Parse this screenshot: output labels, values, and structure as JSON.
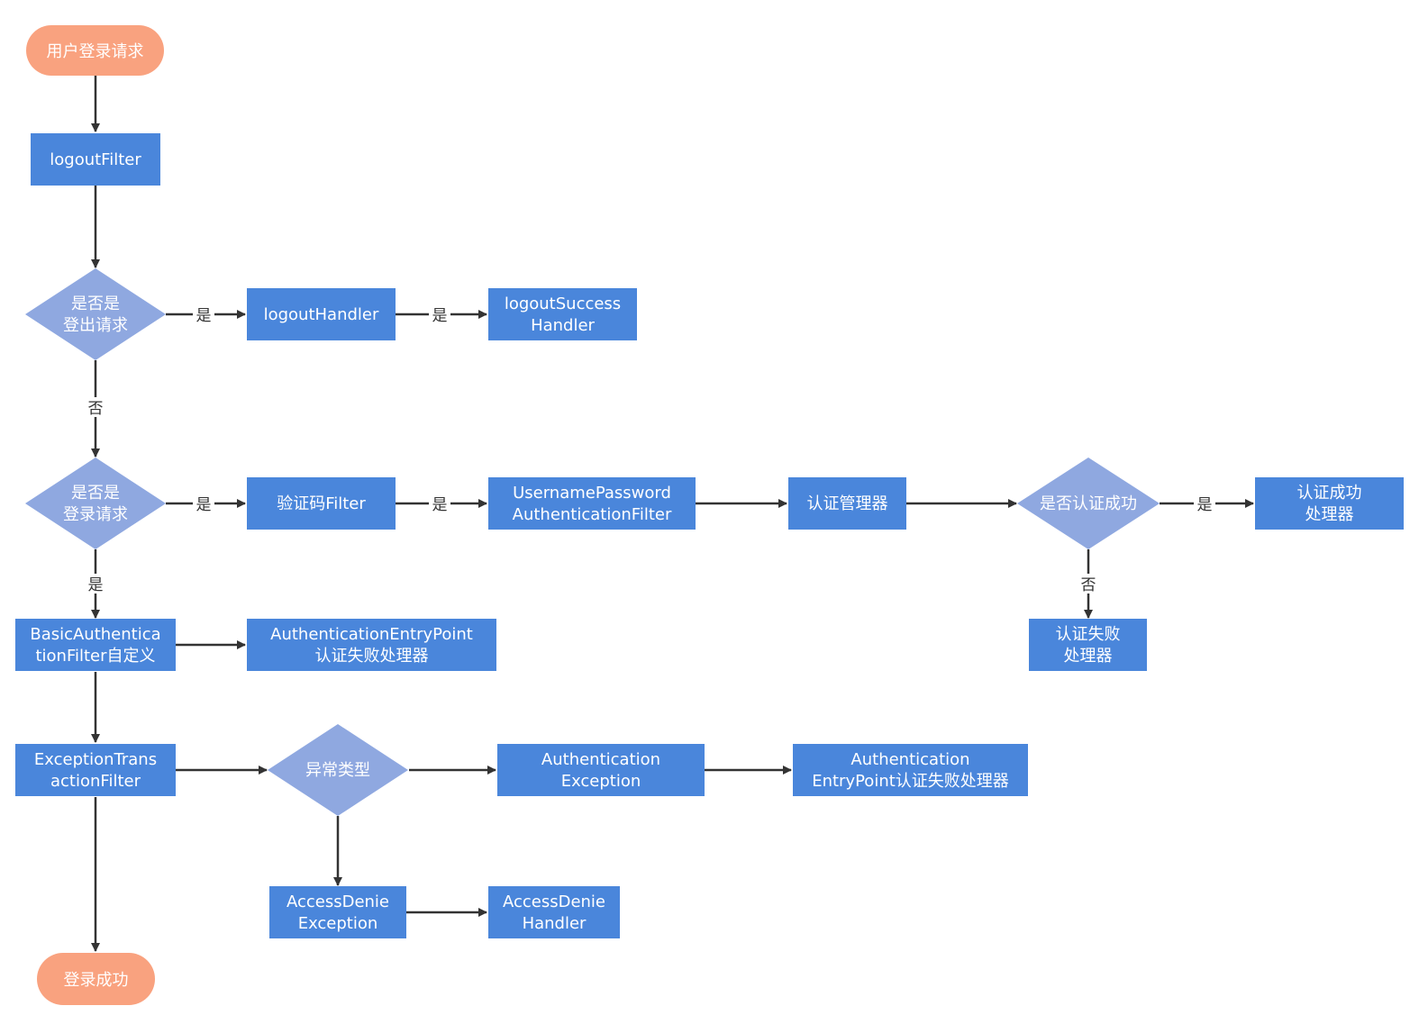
{
  "colors": {
    "terminal": "#F9A27F",
    "process": "#4A86DB",
    "decision": "#8FA8E0",
    "line": "#333333",
    "text": "#FFFFFF"
  },
  "nodes": {
    "start": "用户登录请求",
    "logout_filter": "logoutFilter",
    "is_logout_request": [
      "是否是",
      "登出请求"
    ],
    "logout_handler": "logoutHandler",
    "logout_success_handler": [
      "logoutSuccess",
      "Handler"
    ],
    "is_login_request": [
      "是否是",
      "登录请求"
    ],
    "captcha_filter": "验证码Filter",
    "username_password_filter": [
      "UsernamePassword",
      "AuthenticationFilter"
    ],
    "auth_manager": "认证管理器",
    "is_auth_success": "是否认证成功",
    "auth_success_handler": [
      "认证成功",
      "处理器"
    ],
    "auth_failure_handler": [
      "认证失败",
      "处理器"
    ],
    "basic_auth_filter": [
      "BasicAuthentica",
      "tionFilter自定义"
    ],
    "entry_point_handler_1": [
      "AuthenticationEntryPoint",
      "认证失败处理器"
    ],
    "exception_translation_filter": [
      "ExceptionTrans",
      "actionFilter"
    ],
    "exception_type": "异常类型",
    "authentication_exception": [
      "Authentication",
      "Exception"
    ],
    "entry_point_handler_2": [
      "Authentication",
      "EntryPoint认证失败处理器"
    ],
    "access_denied_exception": [
      "AccessDenie",
      "Exception"
    ],
    "access_denied_handler": [
      "AccessDenie",
      "Handler"
    ],
    "end": "登录成功"
  },
  "edge_labels": {
    "yes": "是",
    "no": "否"
  }
}
